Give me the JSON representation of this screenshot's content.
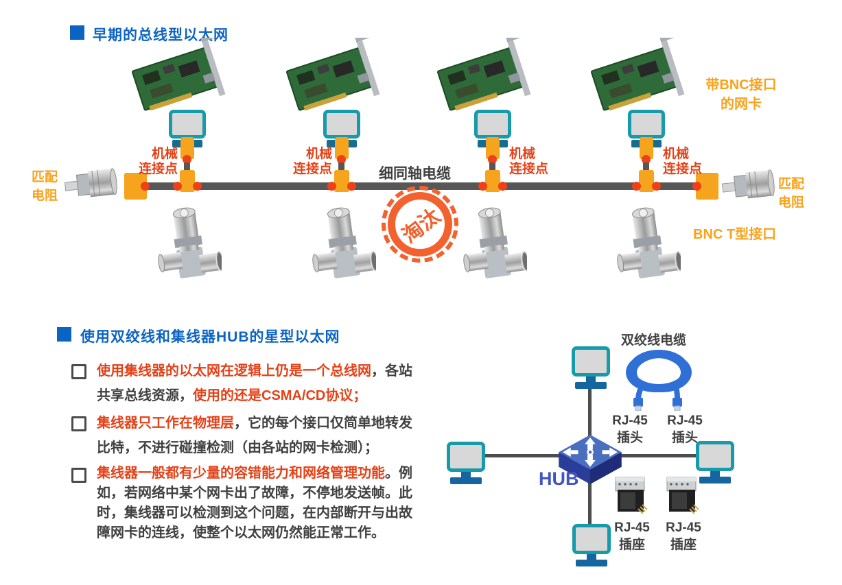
{
  "section1": {
    "title": "早期的总线型以太网",
    "nic_label": "带BNC接口\n的网卡",
    "mech_label": "机械\n连接点",
    "coax_label": "细同轴电缆",
    "match_resistor_left": "匹配\n电阻",
    "match_resistor_right": "匹配\n电阻",
    "bnc_t_label": "BNC T型接口",
    "stamp_label": "淘汰"
  },
  "section2": {
    "title": "使用双绞线和集线器HUB的星型以太网",
    "bullets": [
      {
        "segments": [
          {
            "color": "red",
            "text": "使用集线器的以太网在逻辑上仍是一个总线网"
          },
          {
            "color": "dark",
            "text": "，各站\n共享总线资源，"
          },
          {
            "color": "red",
            "text": "使用的还是CSMA/CD协议；"
          }
        ]
      },
      {
        "segments": [
          {
            "color": "red",
            "text": "集线器只工作在物理层"
          },
          {
            "color": "dark",
            "text": "，它的每个接口仅简单地转发\n比特，不进行碰撞检测（由各站的网卡检测）；"
          }
        ]
      },
      {
        "segments": [
          {
            "color": "red",
            "text": "集线器一般都有少量的容错能力和网络管理功能"
          },
          {
            "color": "dark",
            "text": "。例\n如，若网络中某个网卡出了故障，不停地发送帧。此\n时，集线器可以检测到这个问题，在内部断开与出故\n障网卡的连线，使整个以太网仍然能正常工作。"
          }
        ]
      }
    ],
    "star": {
      "cable_label": "双绞线电缆",
      "plug_labels": [
        "RJ-45\n插头",
        "RJ-45\n插头"
      ],
      "jack_labels": [
        "RJ-45\n插座",
        "RJ-45\n插座"
      ],
      "hub_label": "HUB"
    }
  },
  "colors": {
    "title_blue": "#0B64C4",
    "emphasis_red": "#E54117",
    "body_dark": "#404040",
    "label_orange": "#F9A21C",
    "connector_orange": "#F6A31D",
    "junction_red": "#EE4117",
    "cable_gray": "#575757",
    "monitor_teal": "#179AA9",
    "hub_blue": "#4155C0",
    "stamp_orange": "#F2612E"
  }
}
